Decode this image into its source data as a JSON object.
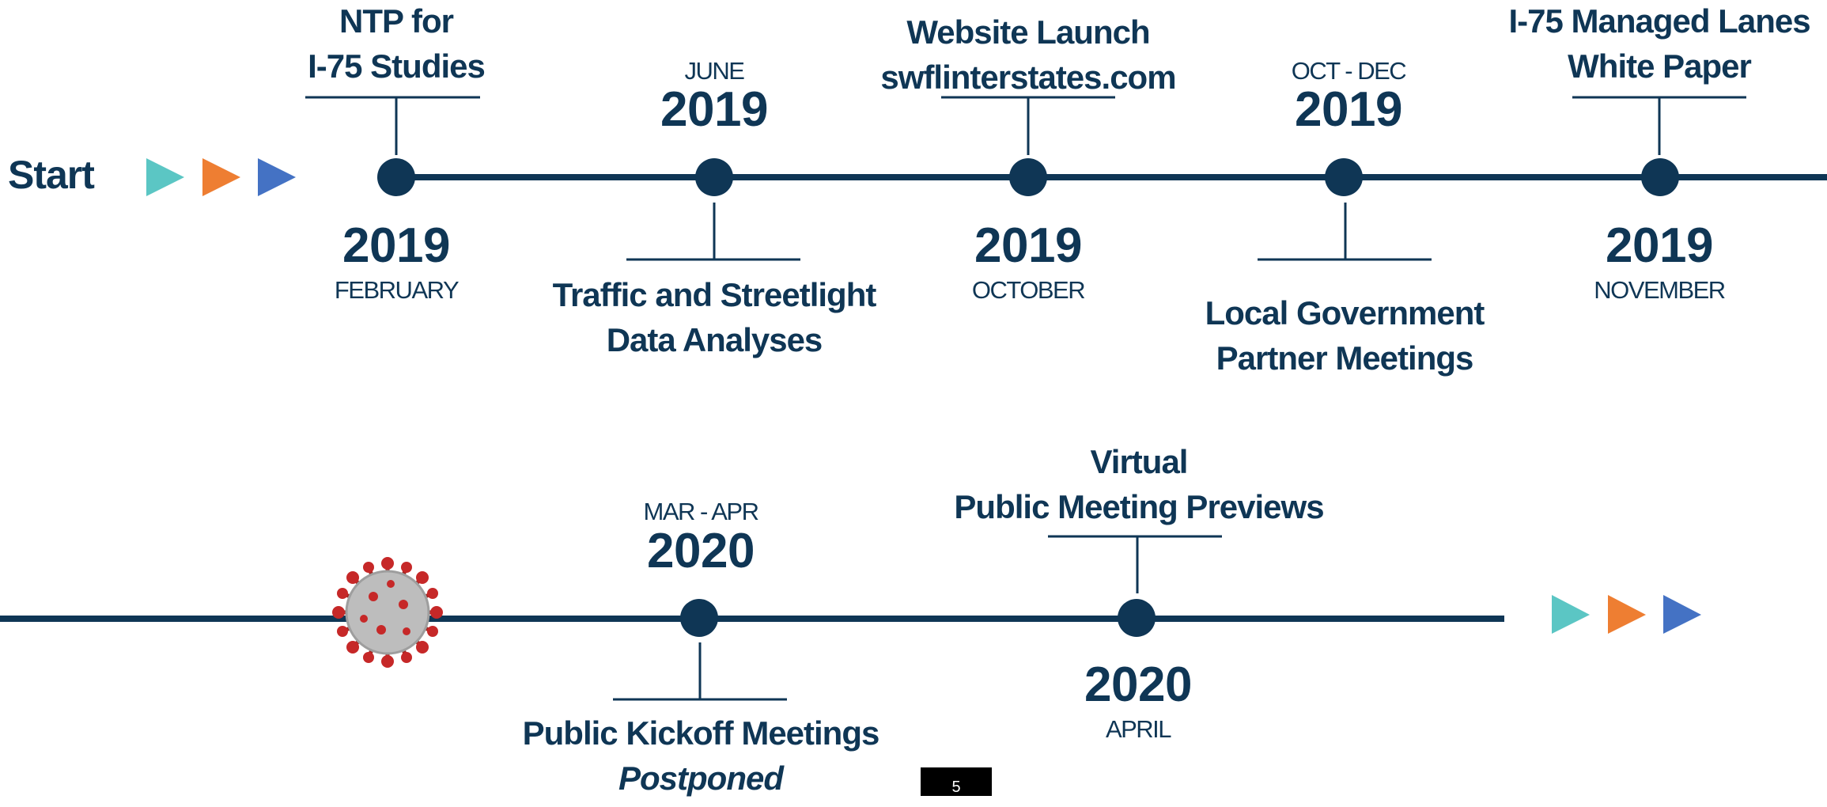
{
  "colors": {
    "navy": "#0f3655",
    "arrow_teal": "#5bc6c4",
    "arrow_orange": "#ee7e32",
    "arrow_blue": "#4472c4",
    "virus": "#c0392b"
  },
  "start_label": "Start",
  "row1": {
    "ntp": {
      "title": [
        "NTP for",
        "I-75 Studies"
      ],
      "year": "2019",
      "month": "FEBRUARY"
    },
    "traffic": {
      "month": "JUNE",
      "year": "2019",
      "title": [
        "Traffic and Streetlight",
        "Data Analyses"
      ]
    },
    "website": {
      "title": [
        "Website Launch",
        "swflinterstates.com"
      ],
      "year": "2019",
      "month": "OCTOBER"
    },
    "local": {
      "month": "OCT - DEC",
      "year": "2019",
      "title": [
        "Local Government",
        "Partner Meetings"
      ]
    },
    "managed": {
      "title": [
        "I-75 Managed Lanes",
        "White Paper"
      ],
      "year": "2019",
      "month": "NOVEMBER"
    }
  },
  "row2": {
    "virus_icon": "coronavirus-icon",
    "kickoff": {
      "month": "MAR - APR",
      "year": "2020",
      "title": "Public Kickoff Meetings",
      "status": "Postponed"
    },
    "virtual": {
      "title": [
        "Virtual",
        "Public Meeting Previews"
      ],
      "year": "2020",
      "month": "APRIL"
    }
  },
  "page_number": "5"
}
